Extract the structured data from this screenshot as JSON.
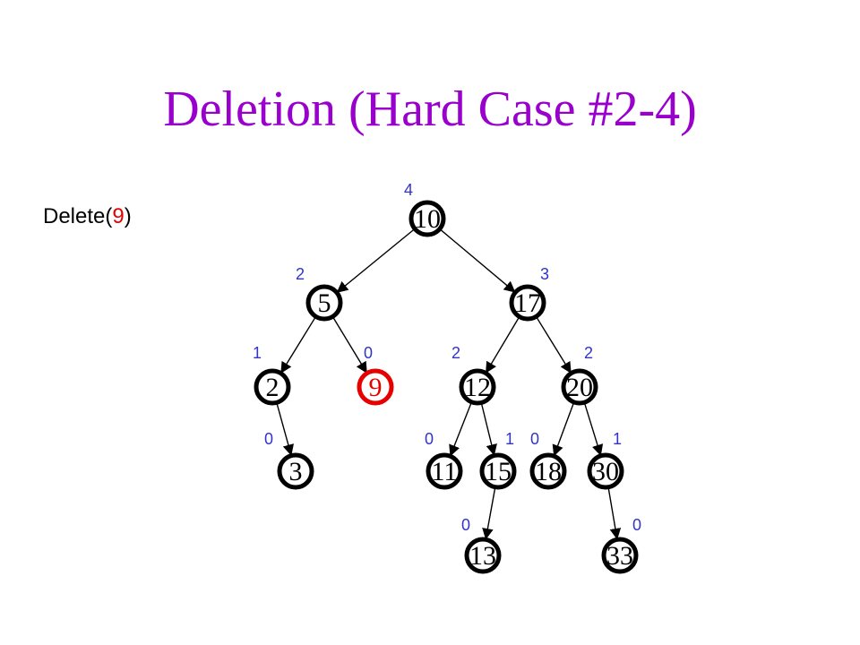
{
  "title": "Deletion (Hard Case #2-4)",
  "operation": {
    "name": "Delete",
    "open": "(",
    "arg": "9",
    "close": ")"
  },
  "colors": {
    "title": "#9900cc",
    "height": "#3333cc",
    "highlight": "#e60000",
    "node": "#000000",
    "edge": "#000000"
  },
  "tree": {
    "nodes": [
      {
        "id": "n10",
        "key": "10",
        "height": "4",
        "highlight": false
      },
      {
        "id": "n5",
        "key": "5",
        "height": "2",
        "highlight": false
      },
      {
        "id": "n17",
        "key": "17",
        "height": "3",
        "highlight": false
      },
      {
        "id": "n2",
        "key": "2",
        "height": "1",
        "highlight": false
      },
      {
        "id": "n9",
        "key": "9",
        "height": "0",
        "highlight": true
      },
      {
        "id": "n12",
        "key": "12",
        "height": "2",
        "highlight": false
      },
      {
        "id": "n20",
        "key": "20",
        "height": "2",
        "highlight": false
      },
      {
        "id": "n3",
        "key": "3",
        "height": "0",
        "highlight": false
      },
      {
        "id": "n11",
        "key": "11",
        "height": "0",
        "highlight": false
      },
      {
        "id": "n15",
        "key": "15",
        "height": "1",
        "highlight": false
      },
      {
        "id": "n18",
        "key": "18",
        "height": "0",
        "highlight": false
      },
      {
        "id": "n30",
        "key": "30",
        "height": "1",
        "highlight": false
      },
      {
        "id": "n13",
        "key": "13",
        "height": "0",
        "highlight": false
      },
      {
        "id": "n33",
        "key": "33",
        "height": "0",
        "highlight": false
      }
    ],
    "edges": [
      [
        "n10",
        "n5"
      ],
      [
        "n10",
        "n17"
      ],
      [
        "n5",
        "n2"
      ],
      [
        "n5",
        "n9"
      ],
      [
        "n17",
        "n12"
      ],
      [
        "n17",
        "n20"
      ],
      [
        "n2",
        "n3"
      ],
      [
        "n12",
        "n11"
      ],
      [
        "n12",
        "n15"
      ],
      [
        "n20",
        "n18"
      ],
      [
        "n20",
        "n30"
      ],
      [
        "n15",
        "n13"
      ],
      [
        "n30",
        "n33"
      ]
    ]
  }
}
